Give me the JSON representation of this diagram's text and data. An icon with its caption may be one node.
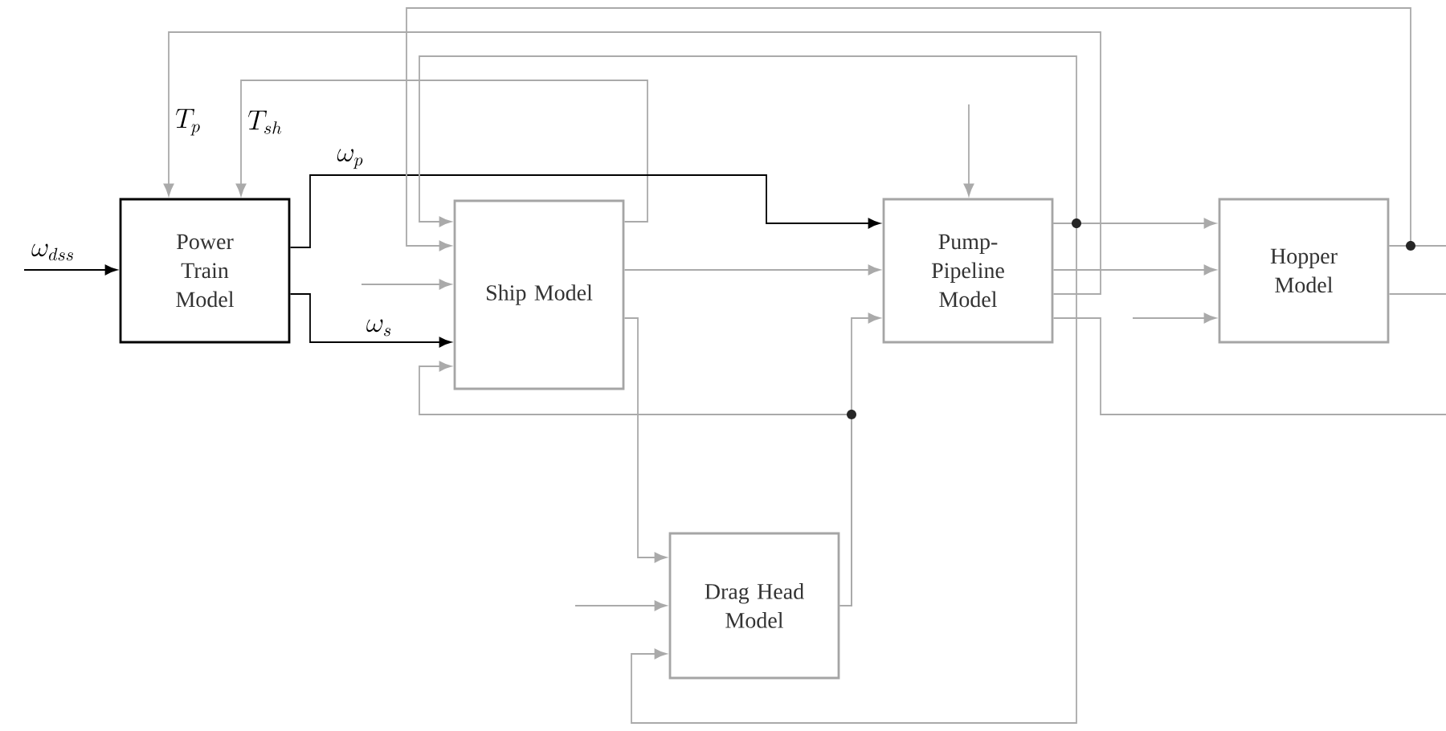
{
  "diagram": {
    "nodes": [
      {
        "text": [
          "Power Train Model"
        ]
      },
      {
        "text": [
          "Ship Model"
        ]
      },
      {
        "text": [
          "Pump-Pipeline Model"
        ]
      },
      {
        "text": [
          "Hopper Model"
        ]
      },
      {
        "text": [
          "Drag Head Model"
        ]
      }
    ],
    "edges": [
      {
        "from": null,
        "to": 0,
        "arrow": "to",
        "label": "\\omega_{dss}",
        "color": "#000000"
      },
      {
        "from": 2,
        "to": 0,
        "arrow": "to",
        "label": "T_p"
      },
      {
        "from": 1,
        "to": 0,
        "arrow": "to",
        "label": "T_{sh}"
      },
      {
        "from": 0,
        "to": 2,
        "arrow": "to",
        "label": "\\omega_p",
        "color": "#000000"
      },
      {
        "from": 0,
        "to": 1,
        "arrow": "to",
        "label": "\\omega_s",
        "color": "#000000"
      },
      {
        "from": 3,
        "to": 1,
        "arrow": "to"
      },
      {
        "from": 2,
        "to": 1,
        "arrow": "to"
      },
      {
        "from": null,
        "to": 1,
        "arrow": "to"
      },
      {
        "from": 4,
        "to": 1,
        "arrow": "to"
      },
      {
        "from": 1,
        "to": 2,
        "arrow": "to"
      },
      {
        "from": null,
        "to": 2,
        "arrow": "to"
      },
      {
        "from": 4,
        "to": 2,
        "arrow": "to"
      },
      {
        "from": 2,
        "to": 3,
        "arrow": "to"
      },
      {
        "from": 2,
        "to": 3,
        "arrow": "to"
      },
      {
        "from": null,
        "to": 3,
        "arrow": "to"
      },
      {
        "from": 3,
        "to": null,
        "arrow": "none"
      },
      {
        "from": 3,
        "to": null,
        "arrow": "none"
      },
      {
        "from": 2,
        "to": null,
        "arrow": "none"
      },
      {
        "from": 1,
        "to": 4,
        "arrow": "to"
      },
      {
        "from": null,
        "to": 4,
        "arrow": "to"
      },
      {
        "from": 2,
        "to": 4,
        "arrow": "to"
      }
    ]
  }
}
